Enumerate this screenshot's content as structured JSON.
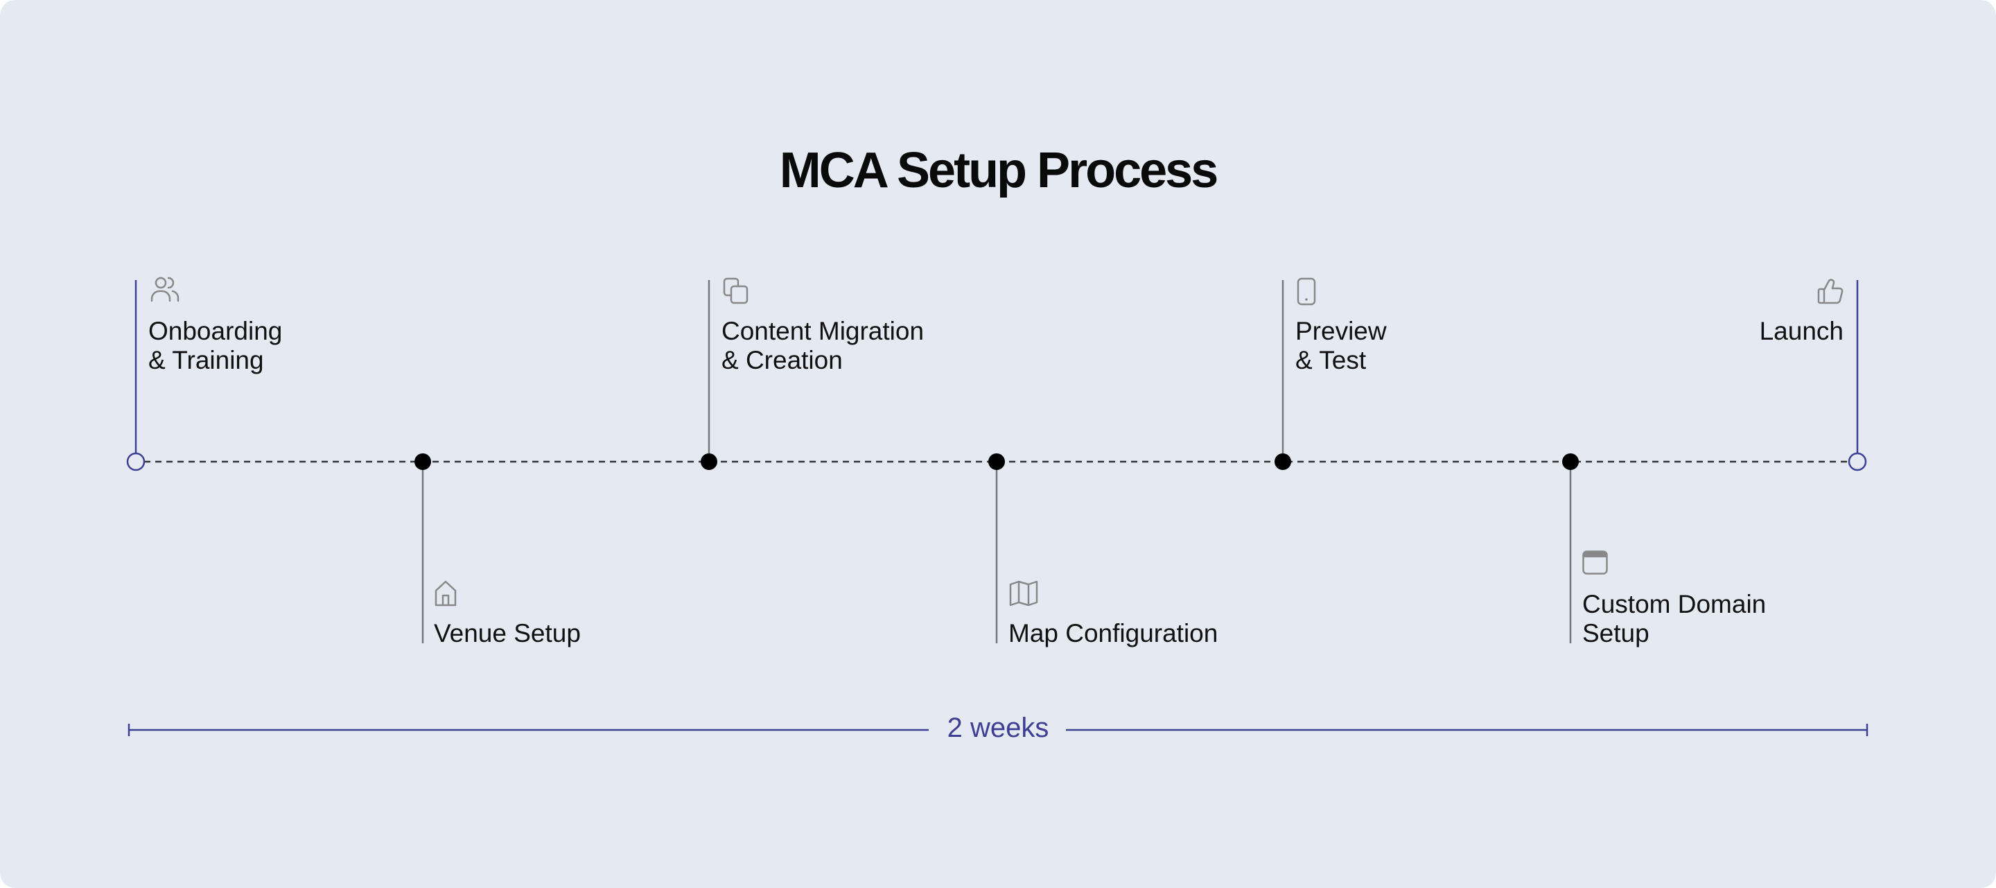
{
  "title": "MCA Setup Process",
  "colors": {
    "background": "#e5eaf2",
    "accent": "#3d3f94",
    "milestone": "#000000",
    "connector": "#777777",
    "icon": "#888888"
  },
  "steps": [
    {
      "label_line1": "Onboarding",
      "label_line2": "& Training",
      "icon": "users-icon",
      "position": "above",
      "marker": "hollow"
    },
    {
      "label_line1": "Venue Setup",
      "label_line2": "",
      "icon": "home-icon",
      "position": "below",
      "marker": "filled"
    },
    {
      "label_line1": "Content Migration",
      "label_line2": "& Creation",
      "icon": "copy-icon",
      "position": "above",
      "marker": "filled"
    },
    {
      "label_line1": "Map Configuration",
      "label_line2": "",
      "icon": "map-icon",
      "position": "below",
      "marker": "filled"
    },
    {
      "label_line1": "Preview",
      "label_line2": "& Test",
      "icon": "phone-icon",
      "position": "above",
      "marker": "filled"
    },
    {
      "label_line1": "Custom Domain",
      "label_line2": "Setup",
      "icon": "browser-window-icon",
      "position": "below",
      "marker": "filled"
    },
    {
      "label_line1": "Launch",
      "label_line2": "",
      "icon": "thumbs-up-icon",
      "position": "above",
      "marker": "hollow"
    }
  ],
  "duration": {
    "label": "2 weeks"
  }
}
